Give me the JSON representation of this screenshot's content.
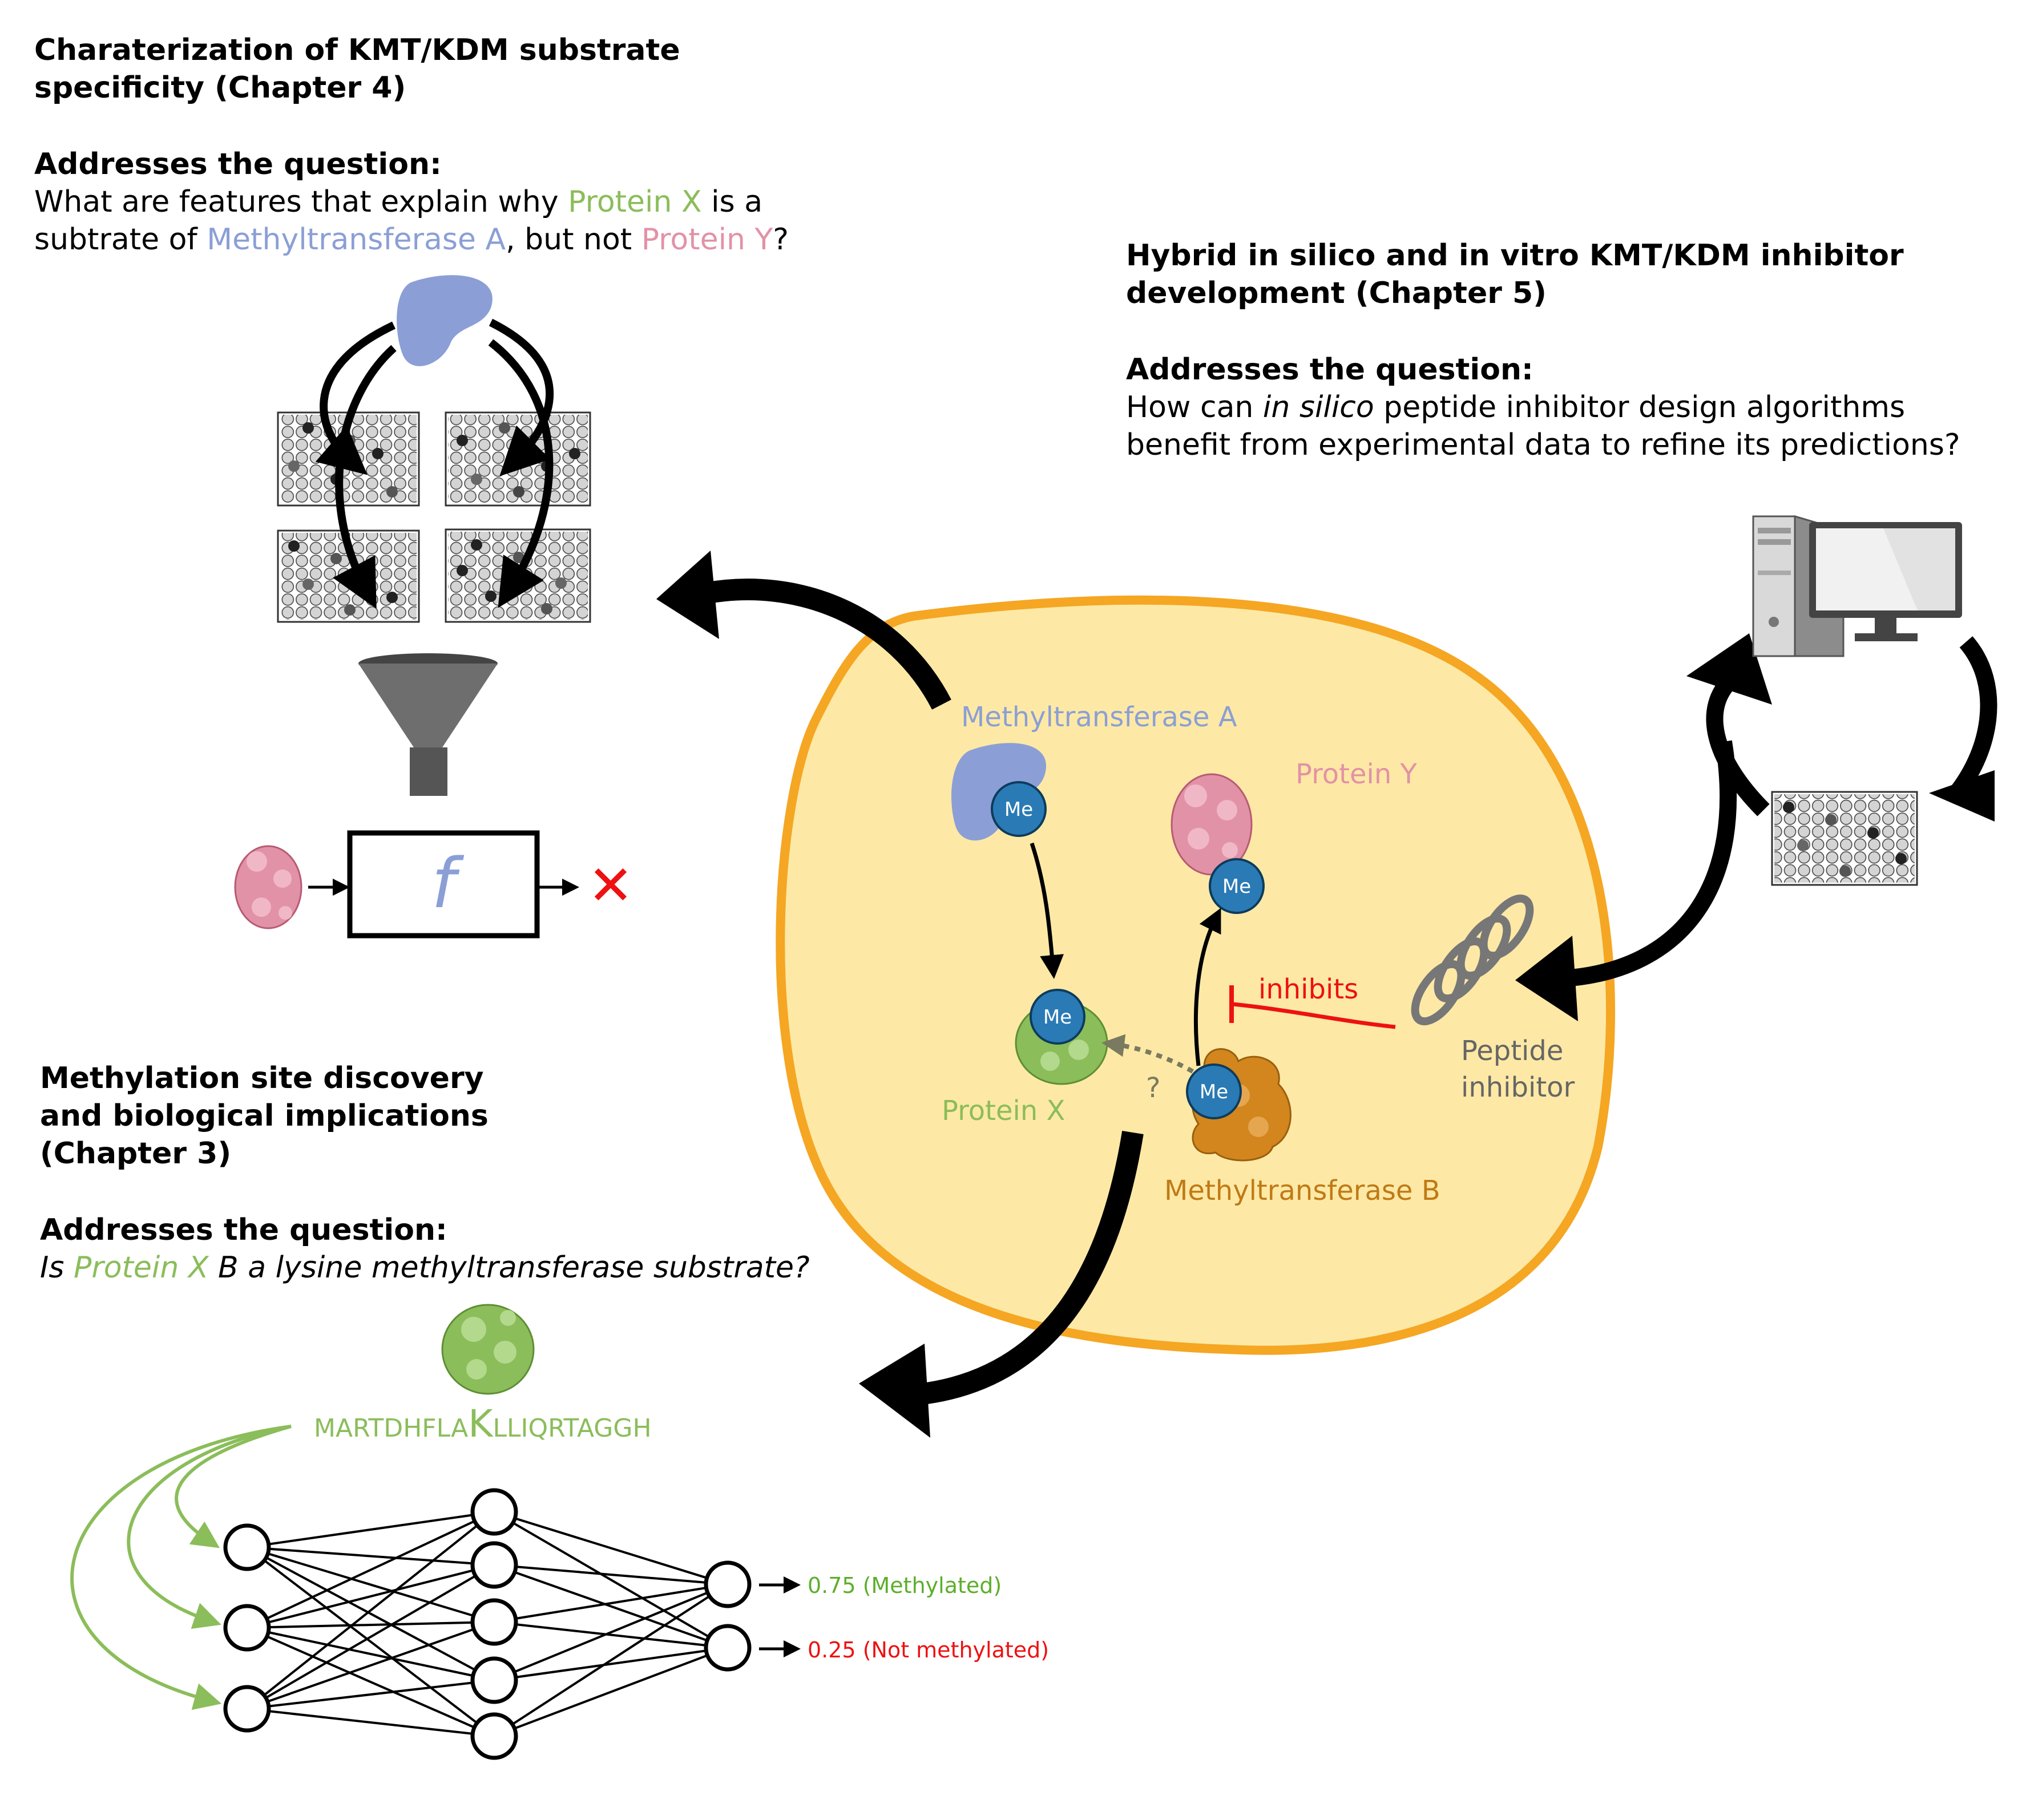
{
  "colors": {
    "blue_protein": "#8b9fd6",
    "green_protein": "#8bbd5a",
    "pink_protein": "#e292a6",
    "orange_protein": "#d2861d",
    "cell_fill": "#fde9a5",
    "cell_border": "#f5a623",
    "me_badge": "#2a7ab5",
    "inhibit_red": "#ee1111",
    "methylated_green": "#5dae2b",
    "not_methylated_red": "#ee1111"
  },
  "ch4": {
    "title_line1": "Charaterization of KMT/KDM substrate",
    "title_line2": "specificity (Chapter 4)",
    "question_label": "Addresses the question:",
    "q_part1": "What are features that explain why ",
    "q_protein_x": "Protein X",
    "q_part2": " is a",
    "q_part3": "subtrate of ",
    "q_mta": "Methyltransferase A",
    "q_part4": ", but not ",
    "q_protein_y": "Protein Y",
    "q_part5": "?",
    "function_symbol": "f",
    "reject_symbol": "✕",
    "icons": [
      "blue-enzyme-icon",
      "plate-icon",
      "funnel-icon",
      "pink-protein-icon",
      "red-x-icon"
    ]
  },
  "ch5": {
    "title_line1": "Hybrid in silico and in vitro KMT/KDM inhibitor",
    "title_line2": "development (Chapter 5)",
    "question_label": "Addresses the question:",
    "q_part1": "How can ",
    "q_italic": "in silico",
    "q_part2": " peptide inhibitor design algorithms",
    "q_line2": "benefit from experimental data to refine its predictions?",
    "icons": [
      "computer-icon",
      "plate-icon"
    ]
  },
  "ch3": {
    "title_line1": "Methylation site discovery",
    "title_line2": "and biological implications",
    "title_line3": "(Chapter 3)",
    "question_label": "Addresses the question:",
    "q_part1": "Is ",
    "q_protein_x": "Protein X",
    "q_part2": " B a lysine methyltransferase substrate?",
    "seq_before": "MARTDHFLA",
    "seq_site": "K",
    "seq_after": "LLIQRTAGGH",
    "out_methylated": "0.75 (Methylated)",
    "out_not_methylated": "0.25 (Not methylated)",
    "icons": [
      "green-protein-icon",
      "neural-network-icon"
    ]
  },
  "cell": {
    "mta_label": "Methyltransferase A",
    "mtb_label": "Methyltransferase B",
    "protein_x_label": "Protein X",
    "protein_y_label": "Protein Y",
    "me_label": "Me",
    "inhibits_label": "inhibits",
    "peptide_line1": "Peptide",
    "peptide_line2": "inhibitor",
    "unknown_mark": "?"
  }
}
